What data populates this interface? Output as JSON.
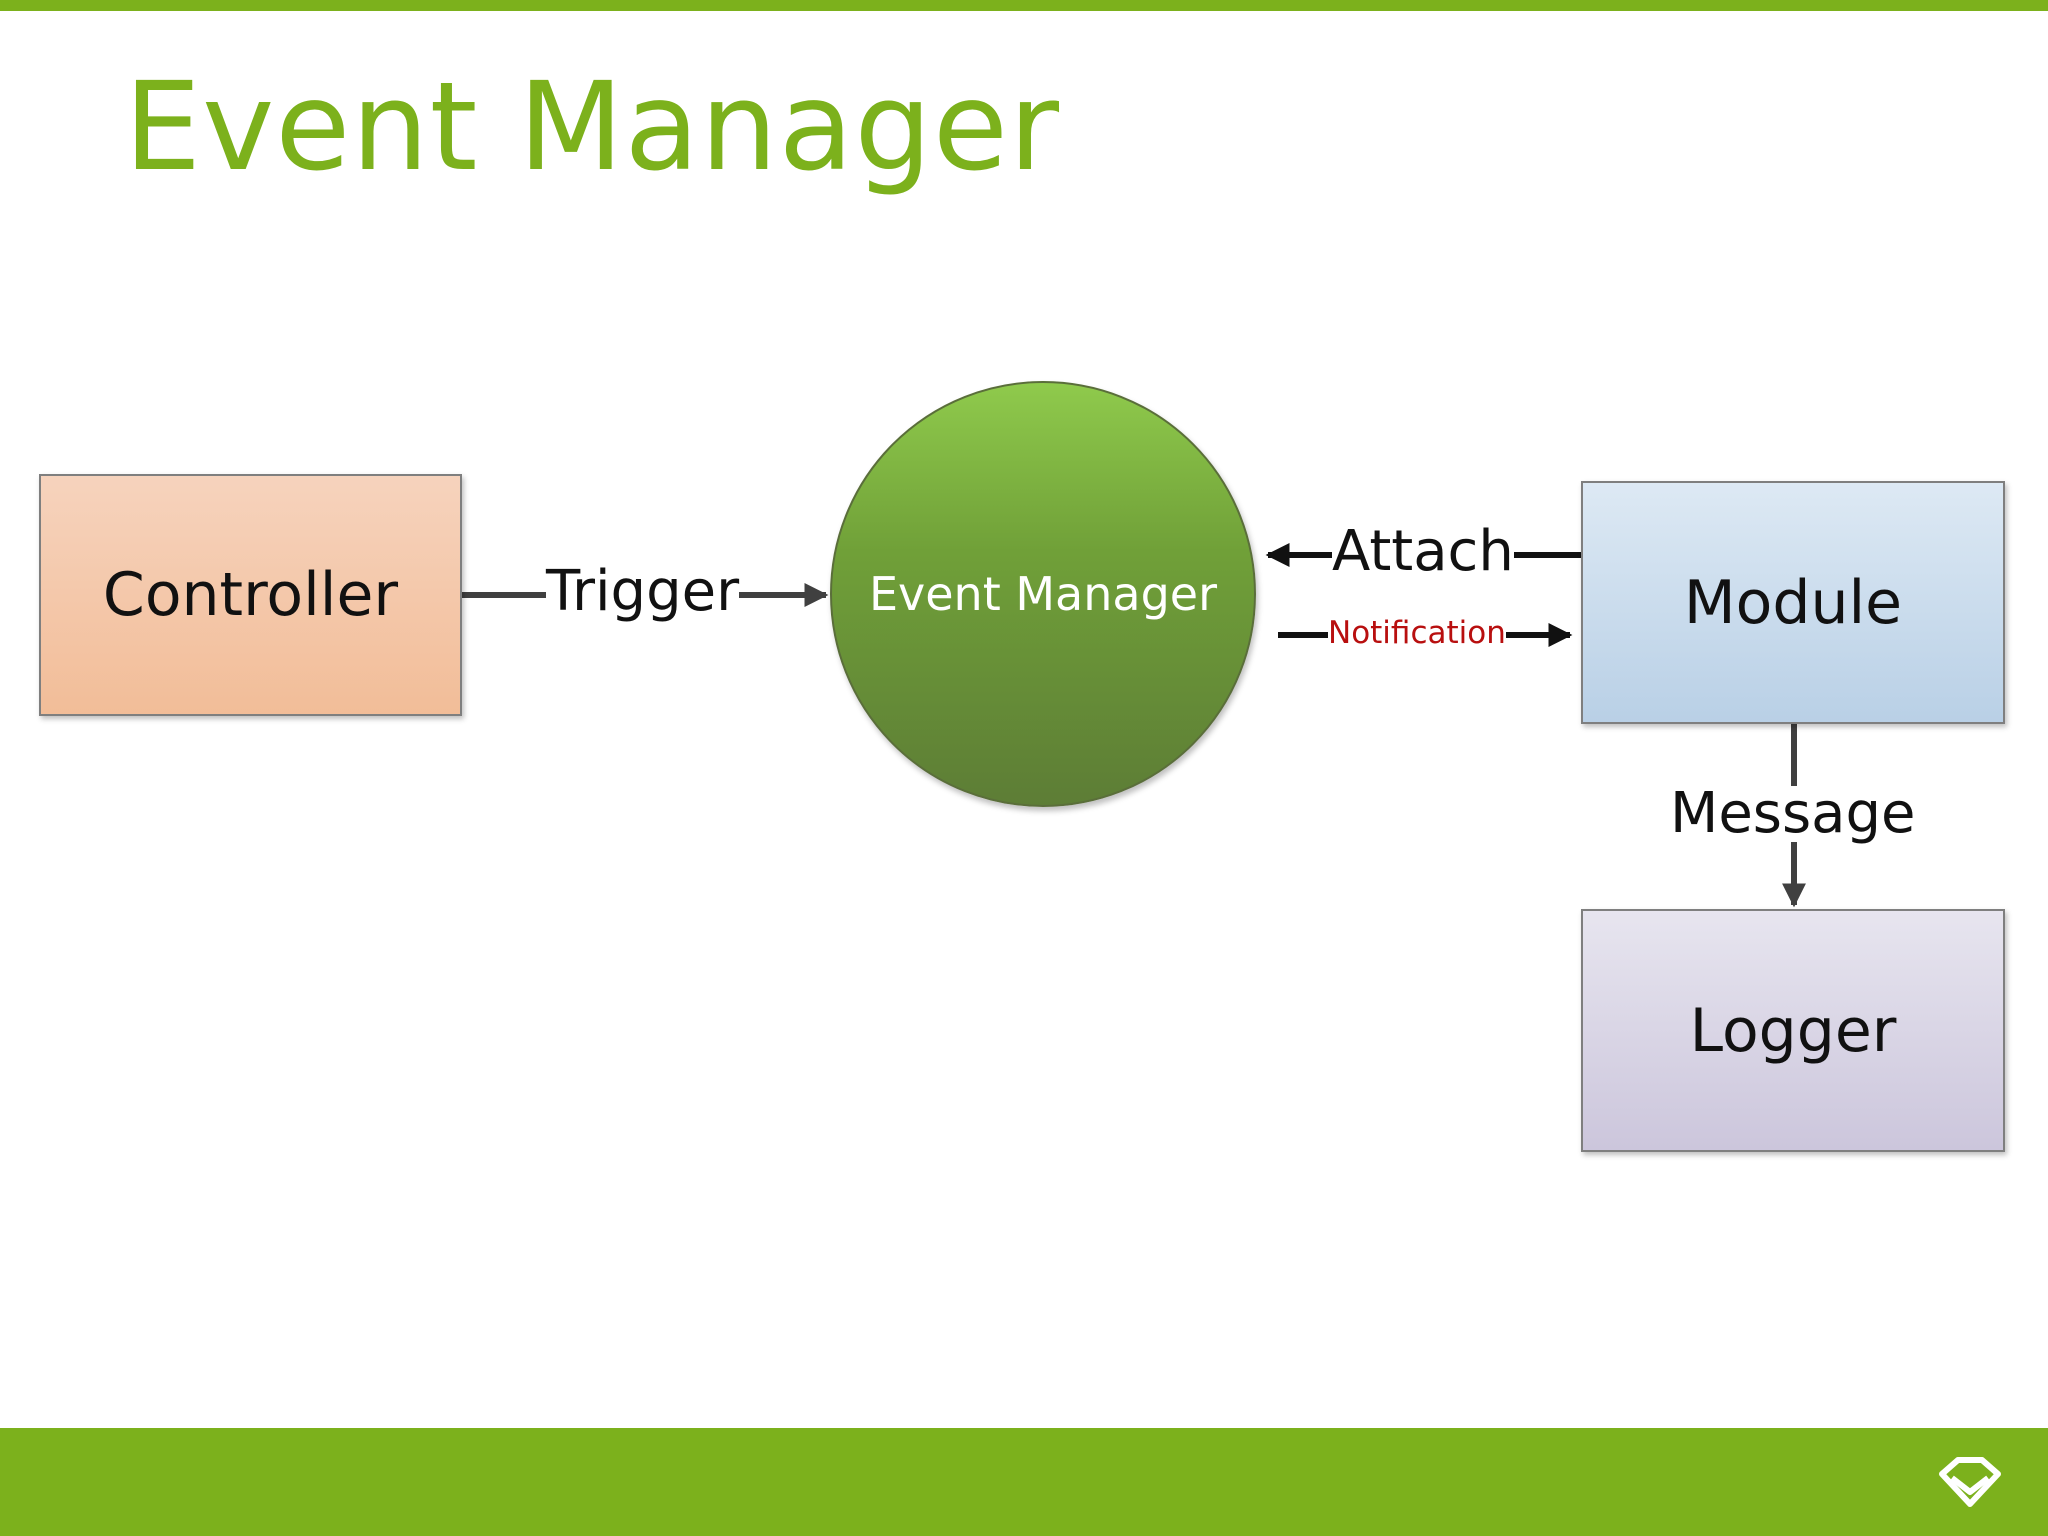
{
  "slide": {
    "title": "Event Manager"
  },
  "diagram": {
    "nodes": {
      "controller": "Controller",
      "event_manager": "Event Manager",
      "module": "Module",
      "logger": "Logger"
    },
    "edges": {
      "trigger": "Trigger",
      "attach": "Attach",
      "notification": "Notification",
      "message": "Message"
    },
    "colors": {
      "accent": "#7cb11c",
      "notification_text": "#b80f0f"
    }
  },
  "icons": {
    "footer_logo": "diamond-logo-icon"
  }
}
